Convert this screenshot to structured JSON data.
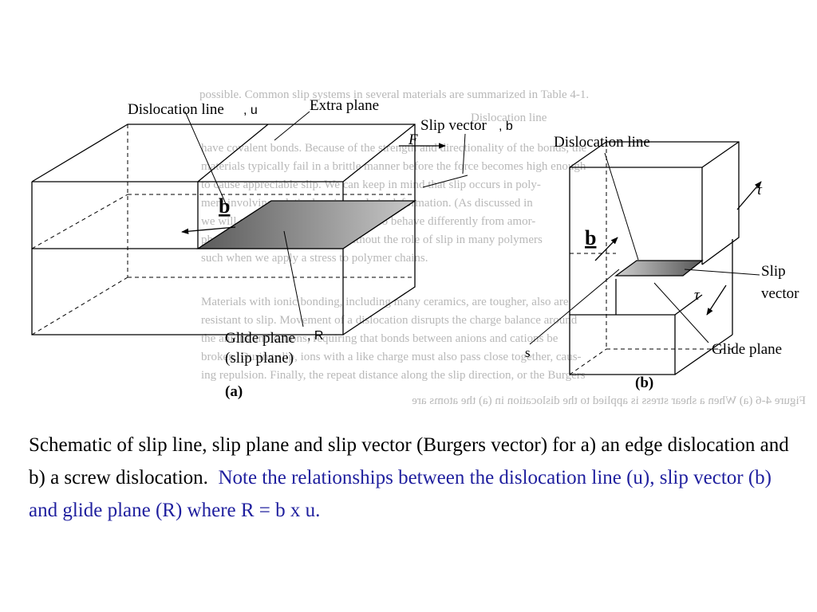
{
  "figure": {
    "a": {
      "dislocation_line": "Dislocation line",
      "u_suffix": ", u",
      "extra_plane": "Extra plane",
      "slip_vector": "Slip vector",
      "b_suffix": ", b",
      "force": "F",
      "b_symbol": "b",
      "glide_plane": "Glide plane",
      "r_suffix": ", R",
      "slip_plane": "(slip plane)",
      "panel": "(a)"
    },
    "b": {
      "dislocation_line": "Dislocation line",
      "b_symbol": "b",
      "tau_top": "τ",
      "tau_bottom": "τ",
      "slip": "Slip",
      "vector": "vector",
      "s_label": "s",
      "glide_plane": "Glide plane",
      "panel": "(b)"
    },
    "background_text": [
      "possible. Common slip systems in several materials are summarized in Table 4-1.",
      "Dislocation line",
      "have covalent bonds. Because of the strength and directionality of the bonds, the",
      "materials typically fail in a brittle manner before the force becomes high enough",
      "to cause appreciable slip. We can keep in mind that slip occurs in poly-",
      "mers involving relatively minor role in deformation. (As discussed in",
      "we will see that certain substances also behave differently from amor-",
      "phous materials, deformation without the role of slip in many polymers",
      "such when we apply a stress to polymer chains.",
      "Materials with ionic bonding, including many ceramics, are tougher, also are",
      "resistant to slip. Movement of a dislocation disrupts the charge balance around",
      "the anions and cations, requiring that bonds between anions and cations be",
      "broken. During slip, ions with a like charge must also pass close together, caus-",
      "ing repulsion. Finally, the repeat distance along the slip direction, or the Burgers"
    ],
    "mirrored_caption": "Figure 4-6  (a) When a shear stress is applied to the dislocation in (a) the atoms are"
  },
  "caption": {
    "main": "Schematic of slip line, slip plane and slip vector (Burgers vector) for a) an edge dislocation and b) a screw dislocation.",
    "note": "Note the relationships between the dislocation line (u), slip vector (b) and glide plane (R) where R = b x u."
  }
}
